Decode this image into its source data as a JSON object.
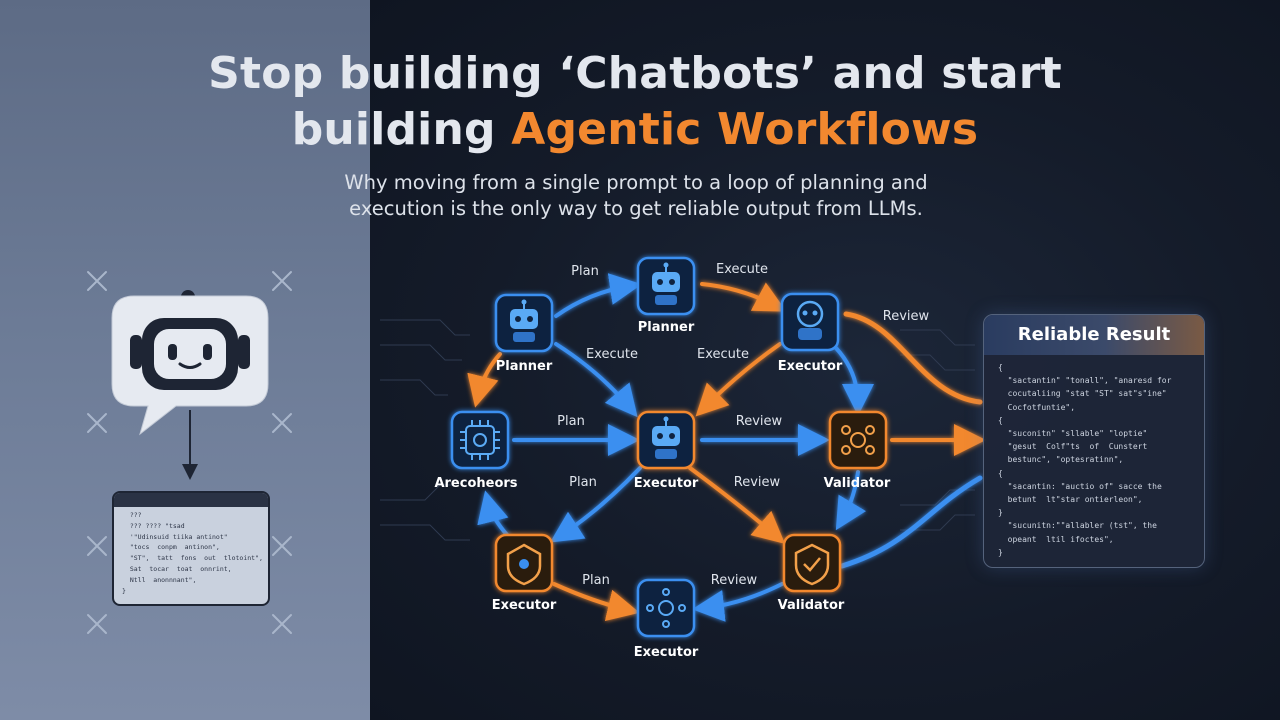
{
  "title": {
    "line1": "Stop building ‘Chatbots’ and start",
    "line2_prefix": "building ",
    "line2_accent": "Agentic Workflows"
  },
  "subtitle": {
    "line1": "Why moving from a single prompt to a loop of planning and",
    "line2": "execution is the only way to get reliable output from LLMs."
  },
  "nodes": {
    "planner_top": "Planner",
    "planner_left": "Planner",
    "executor_topright": "Executor",
    "arecoheors": "Arecoheors",
    "executor_center": "Executor",
    "validator_right": "Validator",
    "executor_bottomleft": "Executor",
    "validator_bottomright": "Validator",
    "executor_bottom": "Executor"
  },
  "edge_labels": {
    "plan_top": "Plan",
    "execute_top": "Execute",
    "execute_mid_left": "Execute",
    "execute_mid_right": "Execute",
    "review_top": "Review",
    "plan_center": "Plan",
    "review_center": "Review",
    "plan_lower": "Plan",
    "review_lower": "Review",
    "plan_bottom": "Plan",
    "review_bottom": "Review"
  },
  "result_panel": {
    "title": "Reliable Result",
    "code_lines": [
      "{",
      "  \"sactantin\" \"tonall\", \"anaresd for",
      "  cocutaliing \"stat \"ST\" sat\"s\"ine\"",
      "  Cocfotfuntie\",",
      "{",
      "  \"suconitn\" \"sllable\" \"loptie\"",
      "  \"gesut  Colf\"ts  of  Cunstert",
      "  bestunc\", \"optesratinn\",",
      "{",
      "  \"sacantin: \"auctio of\" sacce the",
      "  betunt  lt\"star ontierleon\",",
      "}",
      "  \"sucunitn:\"\"allabler (tst\", the",
      "  opeant  ltil ifoctes\",",
      "}"
    ]
  },
  "prompt_doc": {
    "lines": [
      "  ???",
      "  ??? ???? \"tsad",
      "  '\"Udinsuid tiika antinot\"",
      "  \"tocs  conpm  antinon\",",
      "  \"ST\",  tatt  fons  out  tlotoint\",",
      "  Sat  tocar  toat  onnrint,",
      "  Ntll  anonnnant\",",
      "}"
    ]
  },
  "colors": {
    "blue_flow": "#3a8ff0",
    "orange_flow": "#f2882f",
    "accent_text": "#f2882f",
    "node_blue": "#2d7fe0",
    "node_orange": "#ef8c2e"
  }
}
